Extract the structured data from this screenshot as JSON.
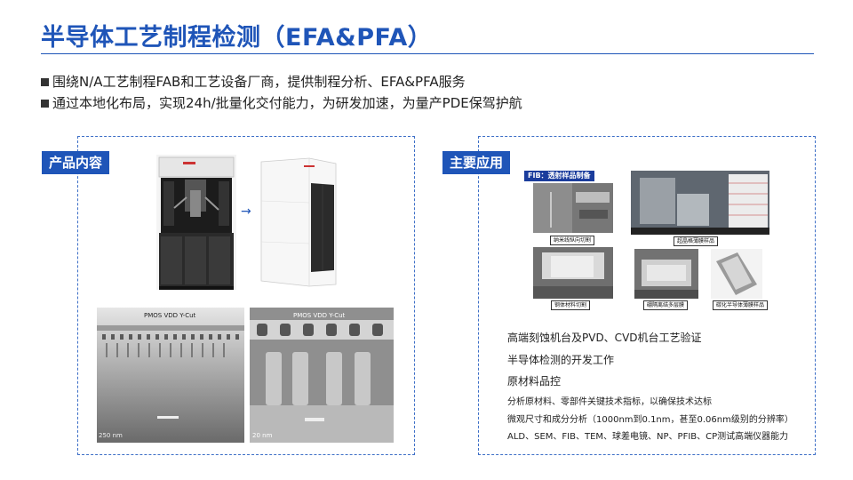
{
  "page": {
    "title": "半导体工艺制程检测（EFA&PFA）"
  },
  "bullets": [
    "围绕N/A工艺制程FAB和工艺设备厂商，提供制程分析、EFA&PFA服务",
    "通过本地化布局，实现24h/批量化交付能力，为研发加速，为量产PDE保驾护航"
  ],
  "left_panel": {
    "tag": "产品内容",
    "arrow": "→",
    "micrographs": [
      {
        "label": "PMOS VDD Y-Cut",
        "scale": "250 nm"
      },
      {
        "label": "PMOS VDD Y-Cut",
        "scale": "20 nm"
      }
    ]
  },
  "right_panel": {
    "tag": "主要应用",
    "fib_header": "FIB：透射样品制备",
    "captions": [
      "纳米线纵向切割",
      "超晶格薄膜样品",
      "钢体材料切割",
      "硼隔离结多层膜",
      "碳化半导体薄膜样品"
    ],
    "applications": [
      "高端刻蚀机台及PVD、CVD机台工艺验证",
      "半导体检测的开发工作",
      "原材料品控"
    ],
    "details": [
      "分析原材料、零部件关键技术指标，以确保技术达标",
      "微观尺寸和成分分析（1000nm到0.1nm，甚至0.06nm级别的分辨率）",
      "ALD、SEM、FIB、TEM、球差电镜、NP、PFIB、CP测试高端仪器能力"
    ]
  },
  "colors": {
    "accent": "#1f55b8",
    "dashed_border": "#3d6fc7"
  }
}
